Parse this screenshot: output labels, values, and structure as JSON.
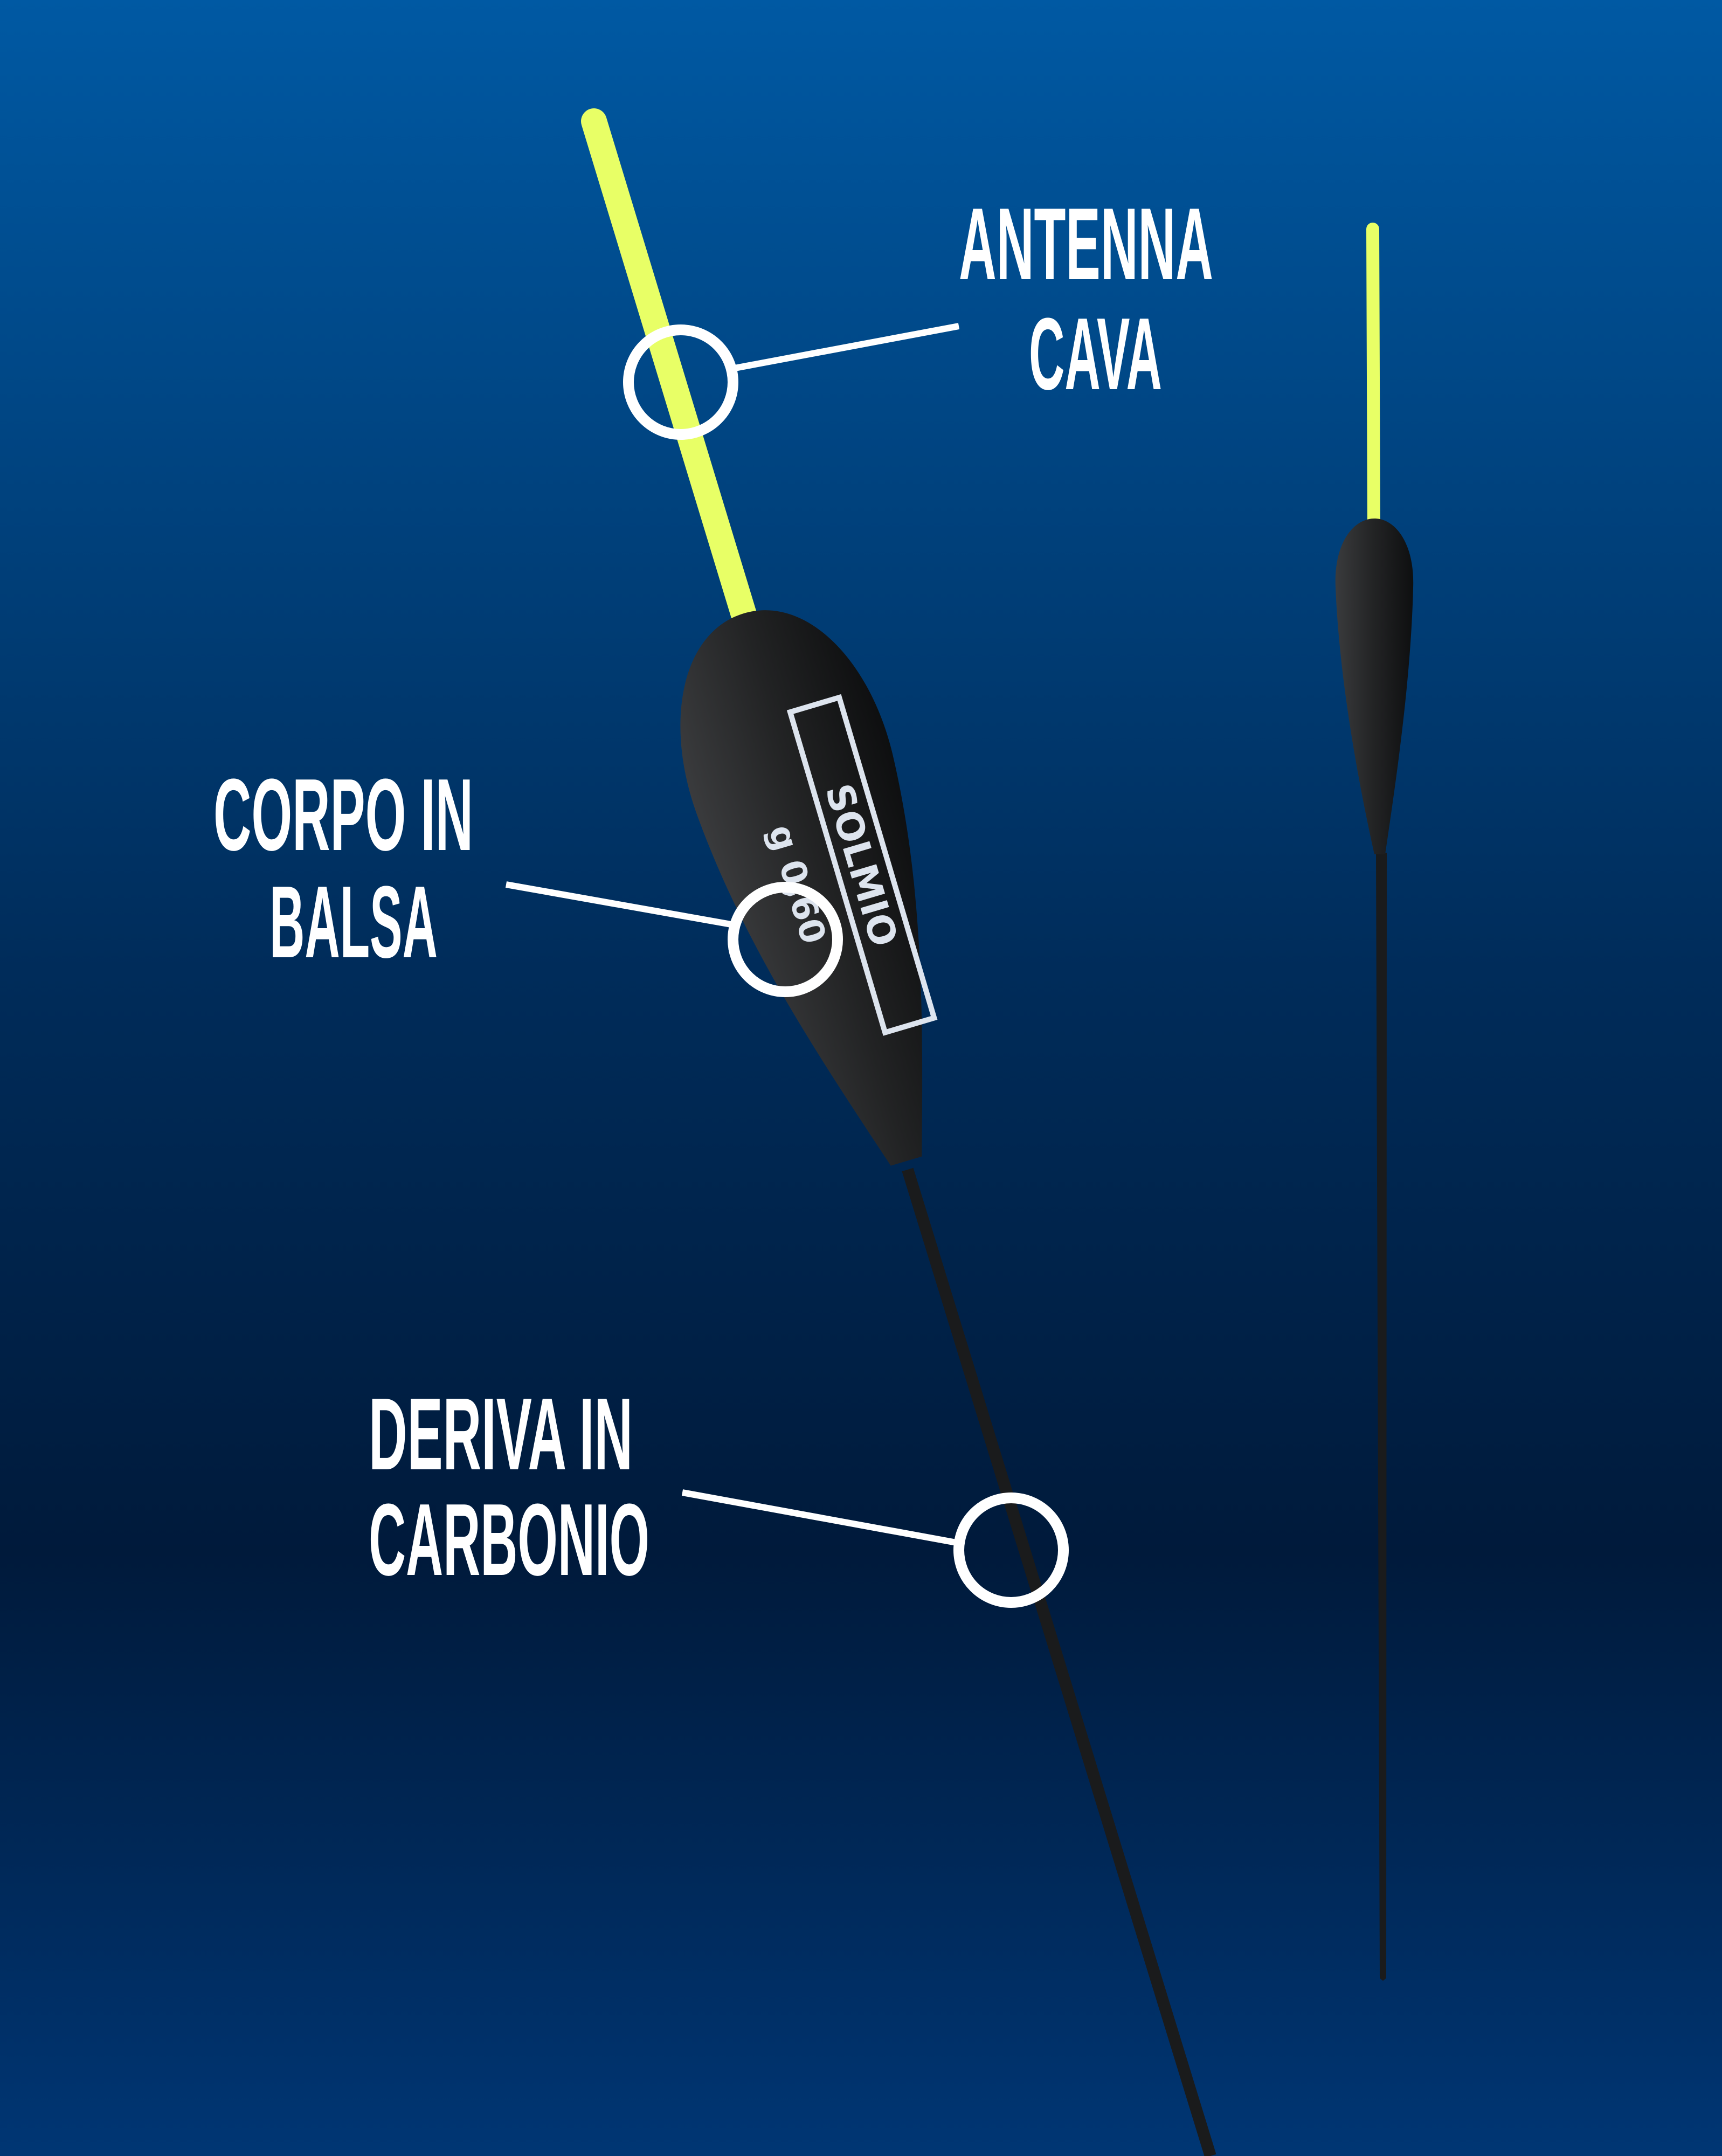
{
  "colors": {
    "bg_top": "#0059a3",
    "bg_mid": "#002c5a",
    "bg_dark": "#001a3b",
    "bg_bottom": "#003674",
    "antenna": "#e8ff66",
    "body": "#1e1f20",
    "callout": "#ffffff"
  },
  "labels": {
    "antenna": [
      "ANTENNA",
      "CAVA"
    ],
    "body": [
      "CORPO IN",
      "BALSA"
    ],
    "stem": [
      "DERIVA IN",
      "CARBONIO"
    ]
  },
  "float_marking": {
    "brand": "SOLMIO",
    "weight": "g 0,60"
  }
}
